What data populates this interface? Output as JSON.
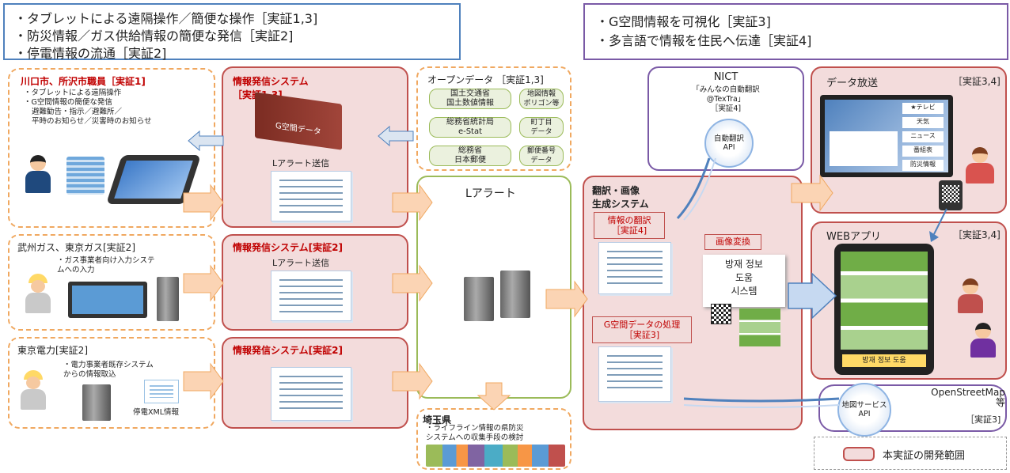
{
  "top_left_box": {
    "lines": [
      "・タブレットによる遠隔操作／簡便な操作［実証1,3]",
      "・防災情報／ガス供給情報の簡便な発信［実証2]",
      "・停電情報の流通［実証2]"
    ]
  },
  "top_right_box": {
    "lines": [
      "・G空間情報を可視化［実証3]",
      "・多言語で情報を住民へ伝達［実証4]"
    ]
  },
  "kawaguchi": {
    "title": "川口市、所沢市職員［実証1]",
    "lines": [
      "・タブレットによる遠隔操作",
      "・G空間情報の簡便な発信",
      "避難勧告・指示／避難所／",
      "平時のお知らせ／災害時のお知らせ"
    ]
  },
  "bushu": {
    "title": "武州ガス、東京ガス[実証2]",
    "lines": [
      "・ガス事業者向け入力システ",
      "ムへの入力"
    ]
  },
  "tepco": {
    "title": "東京電力[実証2]",
    "lines": [
      "・電力事業者既存システム",
      "からの情報取込"
    ],
    "xml_label": "停電XML情報"
  },
  "info_system_1": {
    "title": "情報発信システム\n［実証1,3]",
    "book_label": "G空間データ",
    "send_label": "Lアラート送信"
  },
  "info_system_2": {
    "title": "情報発信システム[実証2]",
    "send_label": "Lアラート送信"
  },
  "info_system_3": {
    "title": "情報発信システム[実証2]"
  },
  "open_data": {
    "title": "オープンデータ ［実証1,3]",
    "items": [
      {
        "left": "国土交通省\n国土数値情報",
        "right": "地図情報\nポリゴン等"
      },
      {
        "left": "総務省統計局\ne-Stat",
        "right": "町丁目\nデータ"
      },
      {
        "left": "総務省\n日本郵便",
        "right": "郵便番号\nデータ"
      }
    ]
  },
  "lalert": {
    "title": "Lアラート"
  },
  "saitama": {
    "title": "埼玉県",
    "lines": [
      "・ライフライン情報の県防災",
      "システムへの収集手段の検討"
    ]
  },
  "nict": {
    "title": "NICT",
    "lines": [
      "「みんなの自動翻訳",
      "@TexTra」",
      "［実証4]"
    ],
    "api": "自動翻訳\nAPI"
  },
  "translation_system": {
    "title": "翻訳・画像\n生成システム",
    "translate_label": "情報の翻訳\n［実証4]",
    "image_conv": "画像変換",
    "korean": "방재 정보\n도움\n시스템",
    "g_data_label": "G空間データの処理\n［実証3]"
  },
  "data_broadcast": {
    "title": "データ放送",
    "tag": "［実証3,4]",
    "tv_menu": [
      "★テレビ",
      "天気",
      "ニュース",
      "番組表",
      "防災情報"
    ]
  },
  "web_app": {
    "title": "WEBアプリ",
    "tag": "［実証3,4]",
    "footer": "방재 정보 도움"
  },
  "osm": {
    "title": "OpenStreetMap\n等",
    "tag": "［実証3]",
    "api": "地図サービス\nAPI"
  },
  "legend": {
    "label": "本実証の開発範囲"
  },
  "colors": {
    "dev_fill": "#f3dcdc",
    "dev_border": "#c0504d",
    "arrow": "#fbd4b4",
    "accent_purple": "#7a5aa6",
    "accent_blue": "#4f81bd"
  }
}
